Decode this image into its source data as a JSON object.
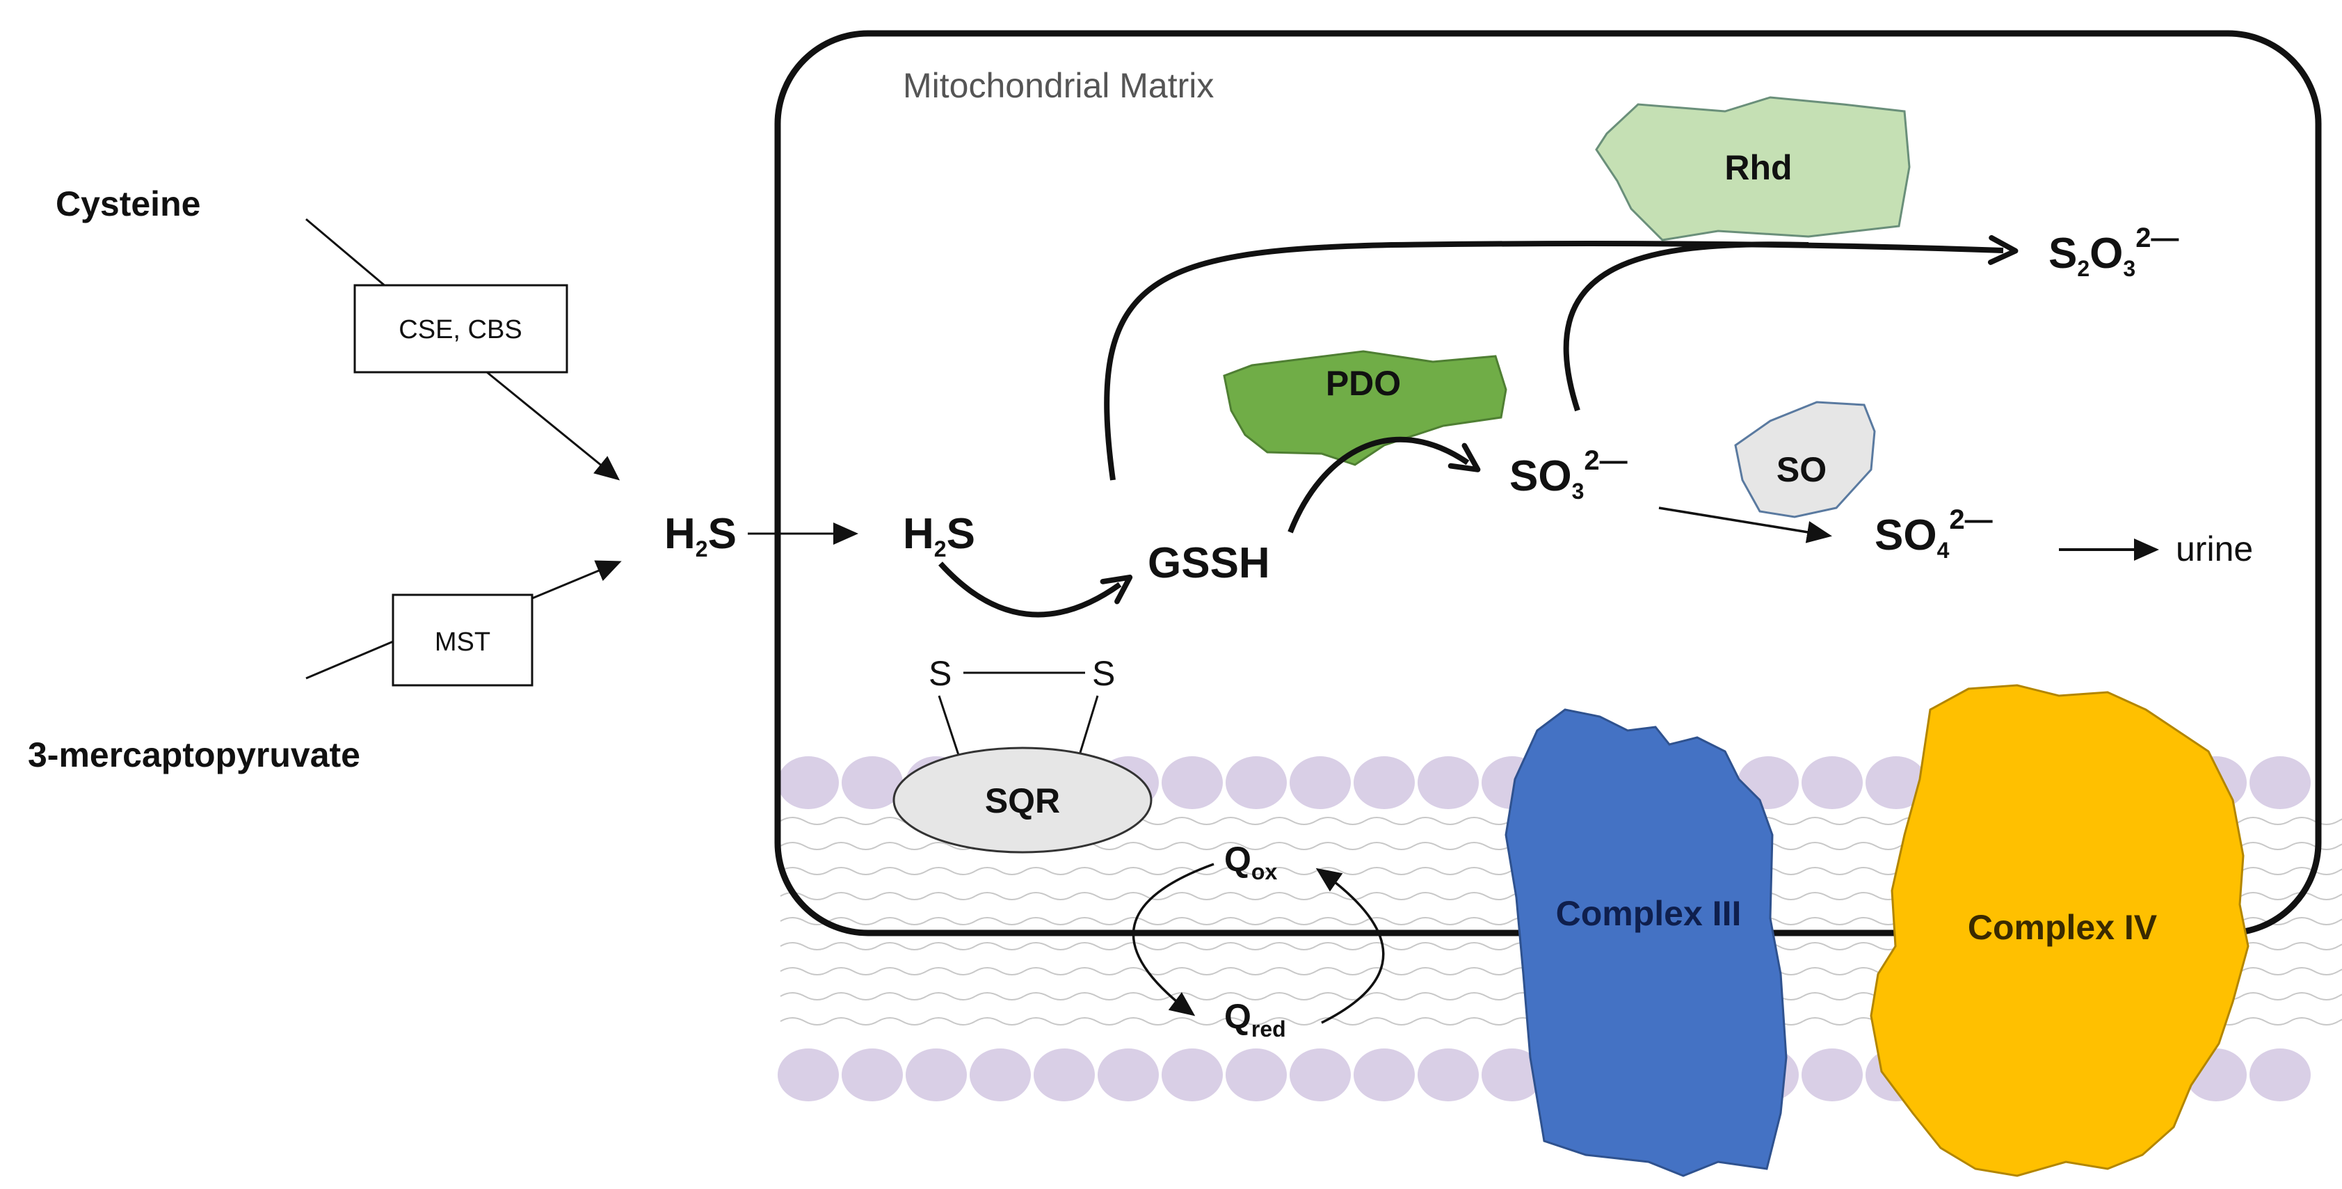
{
  "precursors": {
    "cysteine": "Cysteine",
    "mercaptopyruvate": "3-mercaptopyruvate"
  },
  "enzymes": {
    "cse_cbs": "CSE, CBS",
    "mst": "MST",
    "sqr": "SQR",
    "pdo": "PDO",
    "rhd": "Rhd",
    "so": "SO"
  },
  "compartment": {
    "matrix_label": "Mitochondrial Matrix"
  },
  "metabolites": {
    "h2s_outside": {
      "main": "H",
      "sub": "2",
      "tail": "S"
    },
    "h2s_inside": {
      "main": "H",
      "sub": "2",
      "tail": "S"
    },
    "gssh": "GSSH",
    "sulfur_left": "S",
    "sulfur_right": "S",
    "thiosulfate": {
      "a": "S",
      "sub1": "2",
      "b": "O",
      "sub2": "3",
      "sup": "2—"
    },
    "sulfite": {
      "a": "SO",
      "sub": "3",
      "sup": "2—"
    },
    "sulfate": {
      "a": "SO",
      "sub": "4",
      "sup": "2—"
    },
    "urine": "urine"
  },
  "quinone": {
    "q_ox": {
      "main": "Q",
      "sub": "ox"
    },
    "q_red": {
      "main": "Q",
      "sub": "red"
    }
  },
  "complexes": {
    "complex3": "Complex III",
    "complex4": "Complex IV"
  },
  "colors": {
    "complex3": "#4472c4",
    "complex4": "#ffc000",
    "pdo": "#70ad47",
    "rhd": "#c5e0b4",
    "so": "#e6e6e6",
    "sqr": "#e6e6e6",
    "membrane_head": "#d9cfe6",
    "membrane_tail": "#c8c8c8"
  }
}
